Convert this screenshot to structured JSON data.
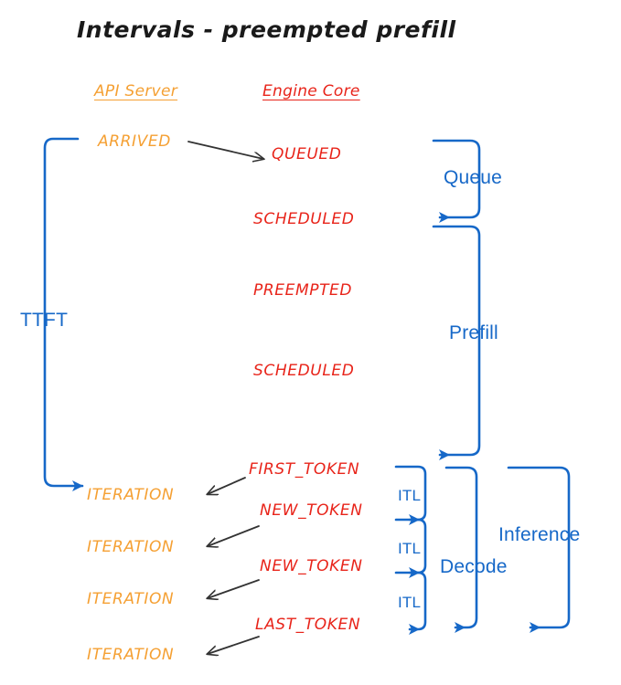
{
  "title": "Intervals - preempted prefill",
  "colors": {
    "api_orange": "#F5A033",
    "engine_red": "#E8241A",
    "interval_blue": "#1668C8",
    "arrow_black": "#333333",
    "background": "#FFFFFF"
  },
  "columns": {
    "api_server": "API Server",
    "engine_core": "Engine Core"
  },
  "api_events": [
    {
      "label": "ARRIVED"
    },
    {
      "label": "ITERATION"
    },
    {
      "label": "ITERATION"
    },
    {
      "label": "ITERATION"
    },
    {
      "label": "ITERATION"
    }
  ],
  "engine_events": [
    {
      "label": "QUEUED"
    },
    {
      "label": "SCHEDULED"
    },
    {
      "label": "PREEMPTED"
    },
    {
      "label": "SCHEDULED"
    },
    {
      "label": "FIRST_TOKEN"
    },
    {
      "label": "NEW_TOKEN"
    },
    {
      "label": "NEW_TOKEN"
    },
    {
      "label": "LAST_TOKEN"
    }
  ],
  "intervals": [
    {
      "name": "TTFT",
      "label": "TTFT"
    },
    {
      "name": "Queue",
      "label": "Queue"
    },
    {
      "name": "Prefill",
      "label": "Prefill"
    },
    {
      "name": "ITL-1",
      "label": "ITL"
    },
    {
      "name": "ITL-2",
      "label": "ITL"
    },
    {
      "name": "ITL-3",
      "label": "ITL"
    },
    {
      "name": "Decode",
      "label": "Decode"
    },
    {
      "name": "Inference",
      "label": "Inference"
    }
  ]
}
